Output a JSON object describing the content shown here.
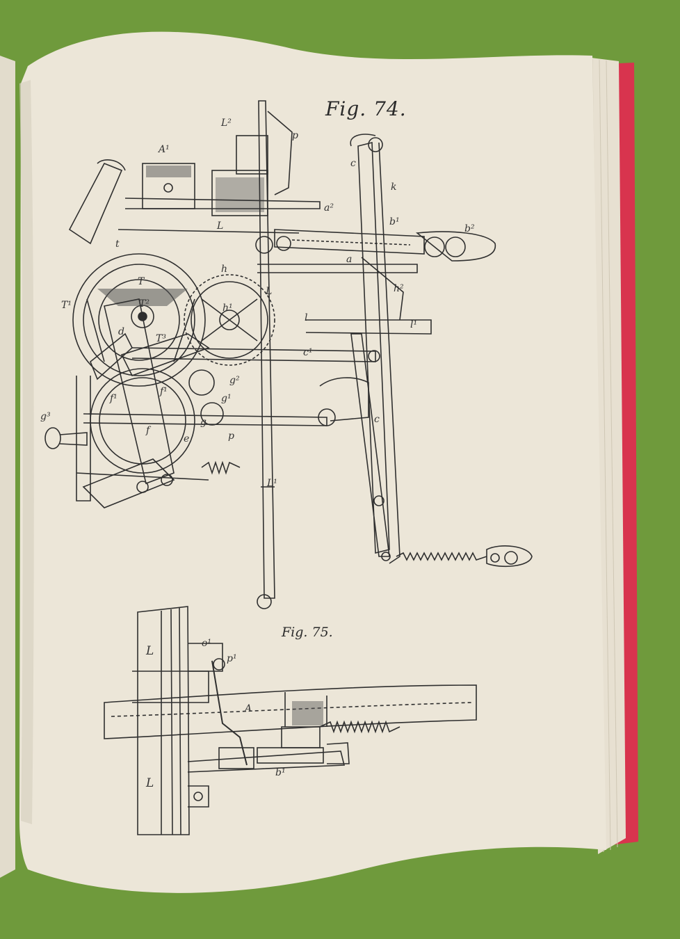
{
  "fig74": {
    "title": "Fig. 74.",
    "labels": {
      "L2": "L²",
      "p": "p",
      "A1": "A¹",
      "c_top": "c",
      "k": "k",
      "a2": "a²",
      "L_top": "L",
      "b1_mid": "b¹",
      "b2": "b²",
      "t": "t",
      "a": "a",
      "h": "h",
      "h1": "h¹",
      "h2": "h²",
      "T": "T",
      "T2": "T²",
      "T1": "T¹",
      "L_mid": "L",
      "l": "l",
      "l1": "l¹",
      "d": "d",
      "T3": "T³",
      "c1": "c¹",
      "g2": "g²",
      "g1": "g¹",
      "f1a": "f¹",
      "f1b": "f¹",
      "c_low": "c",
      "g3": "g³",
      "f": "f",
      "g": "g",
      "p_low": "p",
      "e": "e",
      "L1": "L¹"
    }
  },
  "fig75": {
    "title": "Fig. 75.",
    "labels": {
      "L_top": "L",
      "o1": "o¹",
      "p1": "p¹",
      "A": "A",
      "L_bot": "L",
      "b1": "b¹"
    }
  },
  "colors": {
    "background": "#6f9a3c",
    "page": "#ece6d8",
    "ink": "#2f2f2f",
    "book_edge": "#d8344e"
  }
}
